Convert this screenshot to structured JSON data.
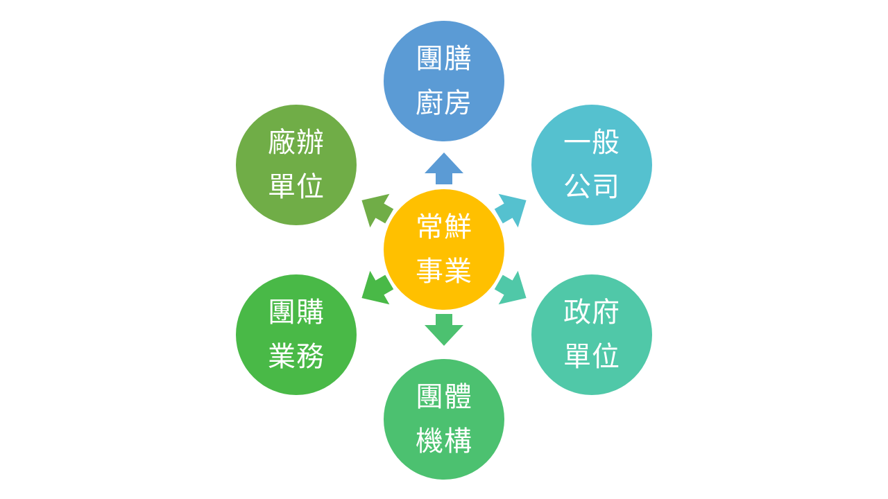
{
  "center": {
    "line1": "常鮮",
    "line2": "事業",
    "color": "#FFC000"
  },
  "nodes": [
    {
      "id": "top",
      "line1": "團膳",
      "line2": "廚房",
      "color": "#5B9BD5"
    },
    {
      "id": "top-right",
      "line1": "一般",
      "line2": "公司",
      "color": "#55C1CF"
    },
    {
      "id": "bottom-right",
      "line1": "政府",
      "line2": "單位",
      "color": "#50C8A8"
    },
    {
      "id": "bottom",
      "line1": "團體",
      "line2": "機構",
      "color": "#4CC170"
    },
    {
      "id": "bottom-left",
      "line1": "團購",
      "line2": "業務",
      "color": "#49B947"
    },
    {
      "id": "top-left",
      "line1": "廠辦",
      "line2": "單位",
      "color": "#70AD47"
    }
  ]
}
